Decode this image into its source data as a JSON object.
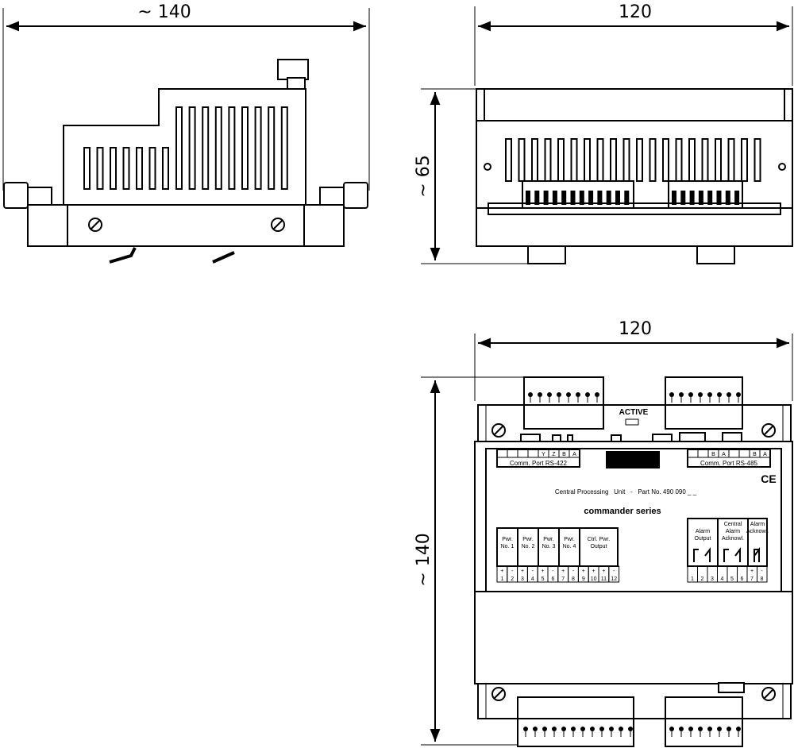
{
  "side_view": {
    "width_label": "~ 140"
  },
  "top_view": {
    "width_label": "120",
    "height_label": "~ 65"
  },
  "front_view": {
    "width_label": "120",
    "height_label": "~ 140",
    "active_label": "ACTIVE",
    "port_left": "Comm. Port RS-422",
    "port_right": "Comm. Port RS-485",
    "port_left_pins": [
      "",
      "",
      "",
      "",
      "Y",
      "Z",
      "B",
      "A"
    ],
    "port_right_pins": [
      "",
      "",
      "B",
      "A",
      "",
      "",
      "B",
      "A"
    ],
    "ce_mark": "CE",
    "unit_label": "Central Processing   Unit   -   Part No. 490 090 _ _",
    "series_label": "commander series",
    "power_blocks": [
      "Pwr. No. 1",
      "Pwr. No. 2",
      "Pwr. No. 3",
      "Pwr. No. 4",
      "Ctrl. Pwr. Output"
    ],
    "power_terminals": [
      "1",
      "2",
      "3",
      "4",
      "5",
      "6",
      "7",
      "8",
      "9",
      "10",
      "11",
      "12"
    ],
    "alarm_blocks": [
      "Alarm Output",
      "Central Alarm Acknowl.",
      "Alarm Acknowl."
    ],
    "alarm_terminals": [
      "1",
      "2",
      "3",
      "4",
      "5",
      "6",
      "7",
      "8"
    ]
  }
}
